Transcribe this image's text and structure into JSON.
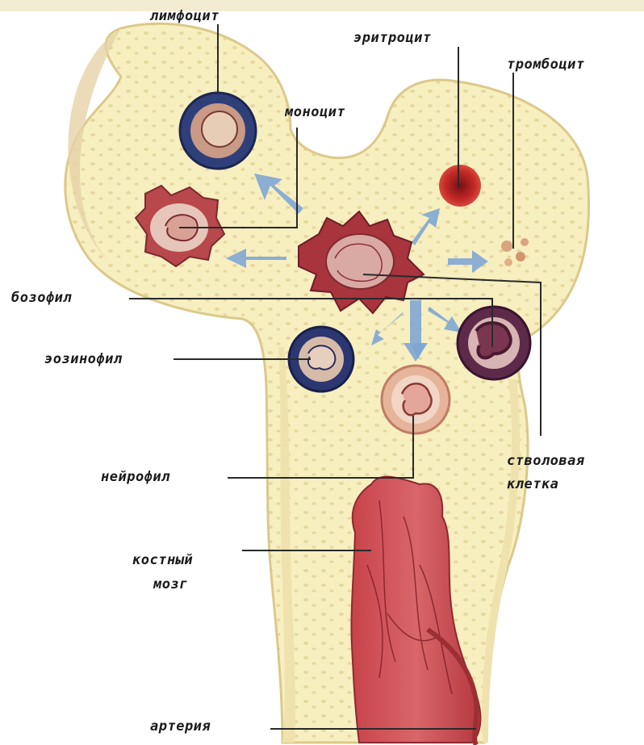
{
  "labels": {
    "lymphocyte": "лимфоцит",
    "erythrocyte": "эритроцит",
    "thrombocyte": "тромбоцит",
    "monocyte": "моноцит",
    "basophil": "бозофил",
    "eosinophil": "эозинофил",
    "stem_cell_line1": "стволовая",
    "stem_cell_line2": "клетка",
    "neutrophil": "нейрофил",
    "marrow_line1": "костный",
    "marrow_line2": "мозг",
    "artery": "артерия"
  },
  "colors": {
    "bone": "#f7efc0",
    "bone_edge": "#dcc98a",
    "bone_dots": "#d2bc74",
    "marrow": "#b8383c",
    "stem_cell": "#a8343e",
    "arrow": "#7ea6d4",
    "header_band": "#f2ecd2"
  }
}
